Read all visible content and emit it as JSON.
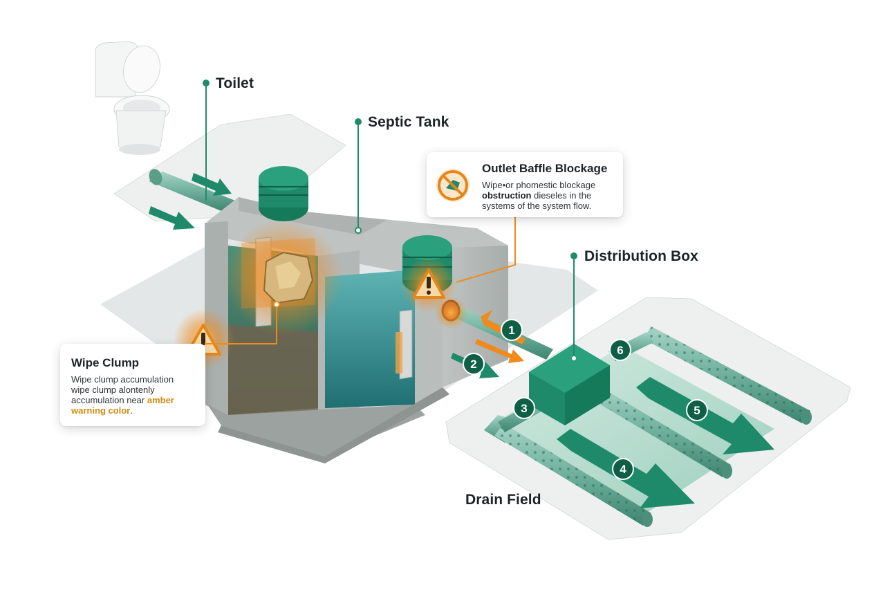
{
  "labels": {
    "toilet": "Toilet",
    "septic_tank": "Septic Tank",
    "distribution_box": "Distribution Box",
    "drain_field": "Drain Field"
  },
  "callouts": {
    "outlet_baffle": {
      "title": "Outlet Baffle Blockage",
      "line1": "Wipe•or phomestic blockage",
      "line2_bold": "obstruction",
      "line2_rest": " dieseles in the",
      "line3": "systems of the system flow."
    },
    "wipe_clump": {
      "title": "Wipe Clump",
      "line1": "Wipe clump accumulation",
      "line2": "wipe clump alontenly",
      "line3_prefix": "accumulation near ",
      "line3_highlight": "amber",
      "line4_highlight": "warning color",
      "line4_suffix": "."
    }
  },
  "flow_steps": [
    "1",
    "2",
    "3",
    "4",
    "5",
    "6"
  ],
  "icons": {
    "warning": "warning-triangle-icon",
    "no_wipes": "prohibited-wipes-icon"
  },
  "colors": {
    "accent_green": "#1f8a6a",
    "dark_green": "#0f5e46",
    "amber": "#f08a1c",
    "water": "#2f8f93",
    "concrete": "#b7bcbb"
  }
}
